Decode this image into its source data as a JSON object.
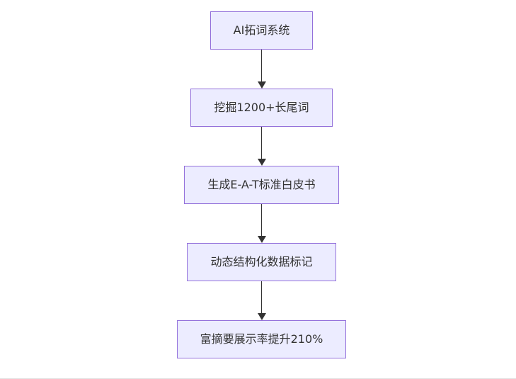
{
  "diagram": {
    "type": "flowchart",
    "direction": "top-down",
    "nodes": [
      {
        "id": "A",
        "label": "AI拓词系统"
      },
      {
        "id": "B",
        "label": "挖掘1200+长尾词"
      },
      {
        "id": "C",
        "label": "生成E-A-T标准白皮书"
      },
      {
        "id": "D",
        "label": "动态结构化数据标记"
      },
      {
        "id": "E",
        "label": "富摘要展示率提升210%"
      }
    ],
    "edges": [
      {
        "from": "A",
        "to": "B"
      },
      {
        "from": "B",
        "to": "C"
      },
      {
        "from": "C",
        "to": "D"
      },
      {
        "from": "D",
        "to": "E"
      }
    ],
    "colors": {
      "node_fill": "#ECECFF",
      "node_border": "#9370DB",
      "node_text": "#333333",
      "arrow": "#333333",
      "background": "#FFFFFF"
    }
  }
}
